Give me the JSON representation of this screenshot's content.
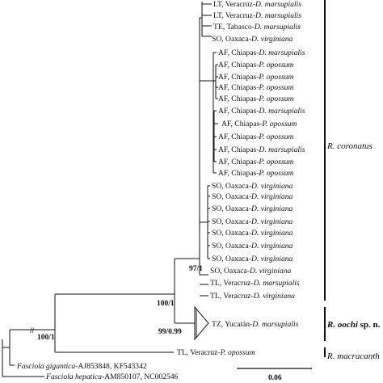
{
  "taxa": [
    {
      "locality": "LT, Veracruz-",
      "host": "D. marsupialis"
    },
    {
      "locality": "LT, Veracruz-",
      "host": "D. marsupialis"
    },
    {
      "locality": "TE, Tabasco-",
      "host": "D. marsupialis"
    },
    {
      "locality": "SO, Oaxaca-",
      "host": "D. virginiana"
    },
    {
      "locality": "AF, Chiapas-",
      "host": "D. marsupialis"
    },
    {
      "locality": "AF, Chiapas-",
      "host": "P. opossum"
    },
    {
      "locality": "AF, Chiapas-",
      "host": "P. opossum"
    },
    {
      "locality": "AF, Chiapas-",
      "host": "P. opossum"
    },
    {
      "locality": "AF, Chiapas-",
      "host": "P. opossum"
    },
    {
      "locality": "AF, Chiapas-",
      "host": "D. marsupialis"
    },
    {
      "locality": "AF, Chiapas-",
      "host": "P. opossum"
    },
    {
      "locality": "AF, Chiapas-",
      "host": "P. opossum"
    },
    {
      "locality": "AF, Chiapas-",
      "host": "D. marsupialis"
    },
    {
      "locality": "AF, Chiapas-",
      "host": "P. opossum"
    },
    {
      "locality": "AF, Chiapas-",
      "host": "P. opossum"
    },
    {
      "locality": "SO, Oaxaca-",
      "host": "D. virginiana"
    },
    {
      "locality": "SO, Oaxaca-",
      "host": "D. virginiana"
    },
    {
      "locality": "SO, Oaxaca-",
      "host": "D. virginiana"
    },
    {
      "locality": "SO, Oaxaca-",
      "host": "D. virginiana"
    },
    {
      "locality": "SO, Oaxaca-",
      "host": "D. virginiana"
    },
    {
      "locality": "SO, Oaxaca-",
      "host": "D. virginiana"
    },
    {
      "locality": "SO, Oaxaca-",
      "host": "D. virginiana"
    },
    {
      "locality": "SO, Oaxaca-",
      "host": "D. virginiana"
    },
    {
      "locality": "TL, Veracruz-",
      "host": "D. marsupialis"
    },
    {
      "locality": "TL, Veracruz-",
      "host": "D. virginiana"
    }
  ],
  "oochi_taxon": {
    "locality": "TZ, Yucatán-",
    "host": "D. marsupialis"
  },
  "macracantha_taxon": {
    "locality": "TL, Veracruz-",
    "host": "P. opossum"
  },
  "outgroups": [
    {
      "name": "Fasciola gigantica",
      "accession": "-AJ853848, KF543342"
    },
    {
      "name": "Fasciola hepatica",
      "accession": "-AM850107, NC002546"
    }
  ],
  "supports": {
    "coronatus_node": "97/1",
    "genus_node": "100/1",
    "oochi_node": "99/0.99",
    "root_node": "100/1",
    "break_mark": "//"
  },
  "clades": {
    "coronatus": "R. coronatus",
    "oochi_name": "R. oochi",
    "oochi_suffix": " sp. n.",
    "macracantha": "R. macracanth"
  },
  "scale_bar": {
    "label": "0.06",
    "value": 0.06
  }
}
